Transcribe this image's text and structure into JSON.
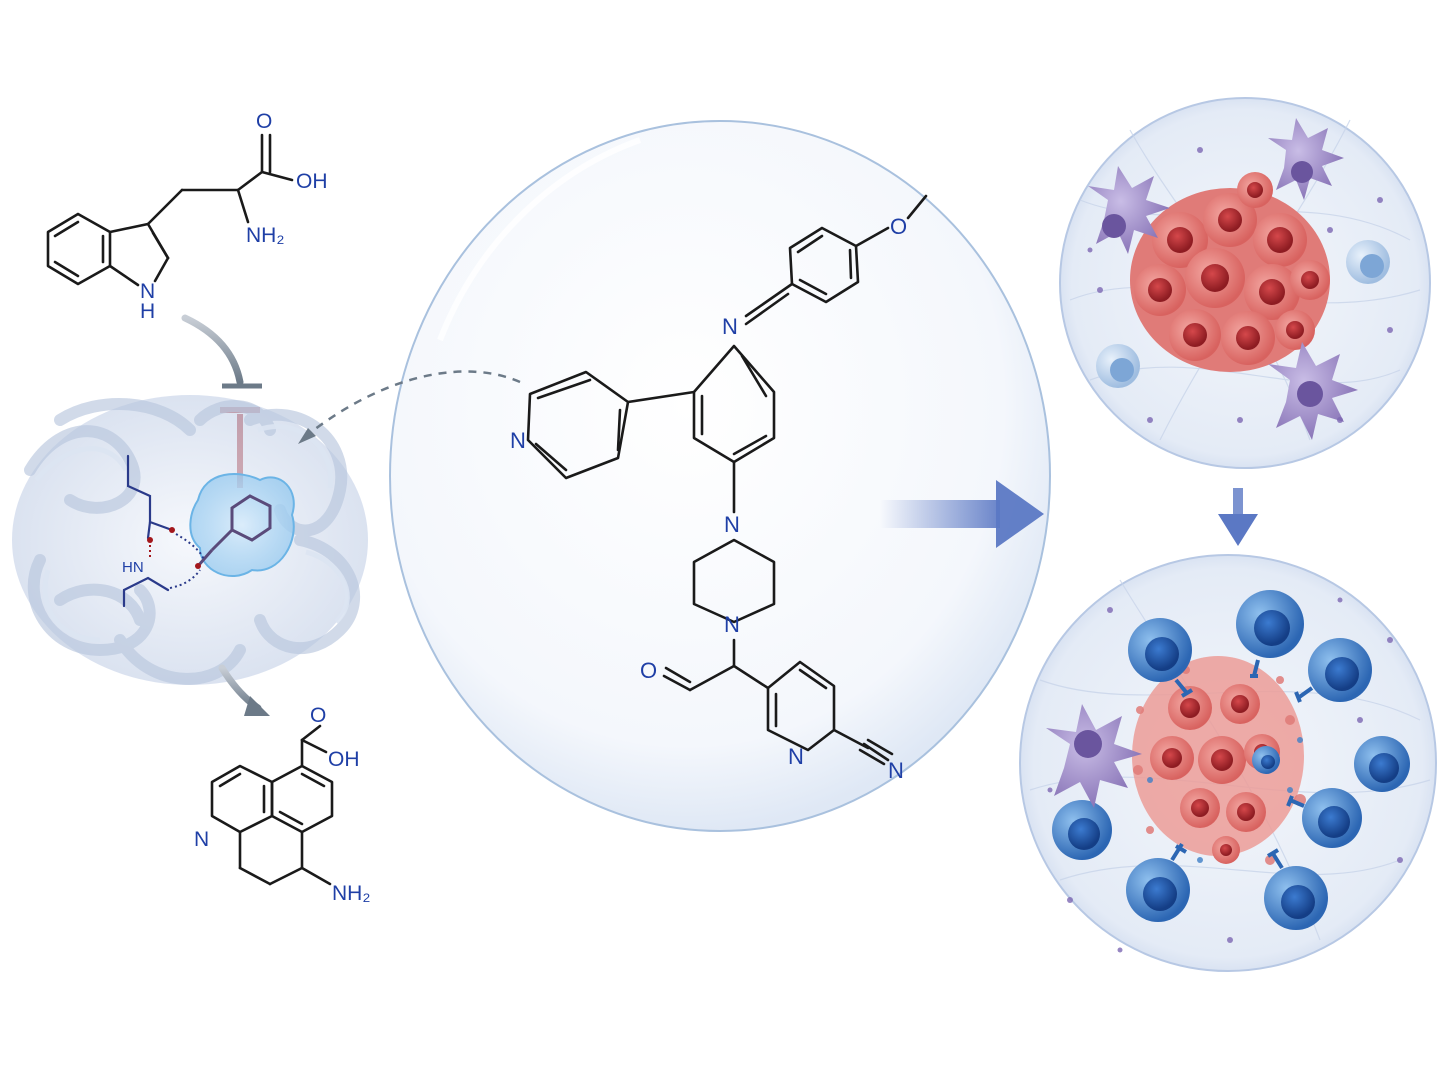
{
  "tryptophan": {
    "o_label": "O",
    "oh_label": "OH",
    "nh2_label": "NH₂",
    "nh_label": "N",
    "h_label": "H"
  },
  "enzyme_site": {
    "hn_label": "HN"
  },
  "product": {
    "o_label": "O",
    "oh_label": "OH",
    "n_label": "N",
    "nh2_label": "NH₂"
  },
  "inhibitor": {
    "o_methoxy_label": "O",
    "imine_n_label": "N",
    "pyridine_n_label": "N",
    "piperazine_n_top_label": "N",
    "piperazine_n_bottom_label": "N",
    "aldehyde_o_label": "O",
    "pyridine2_n_label": "N",
    "nitrile_n_label": "N"
  },
  "colors": {
    "atom_blue": "#1f3fa6",
    "inhibit_red": "#a3171c",
    "arrow_blue": "#5b78c4",
    "tumor_red": "#d96b6b",
    "t_cell_blue": "#3f7fc7",
    "dc_purple": "#8a76b8"
  },
  "icons": {
    "inhibition": "inhibition-bar-icon",
    "flow_arrow": "arrow-right-icon",
    "down_arrow": "arrow-down-icon"
  }
}
